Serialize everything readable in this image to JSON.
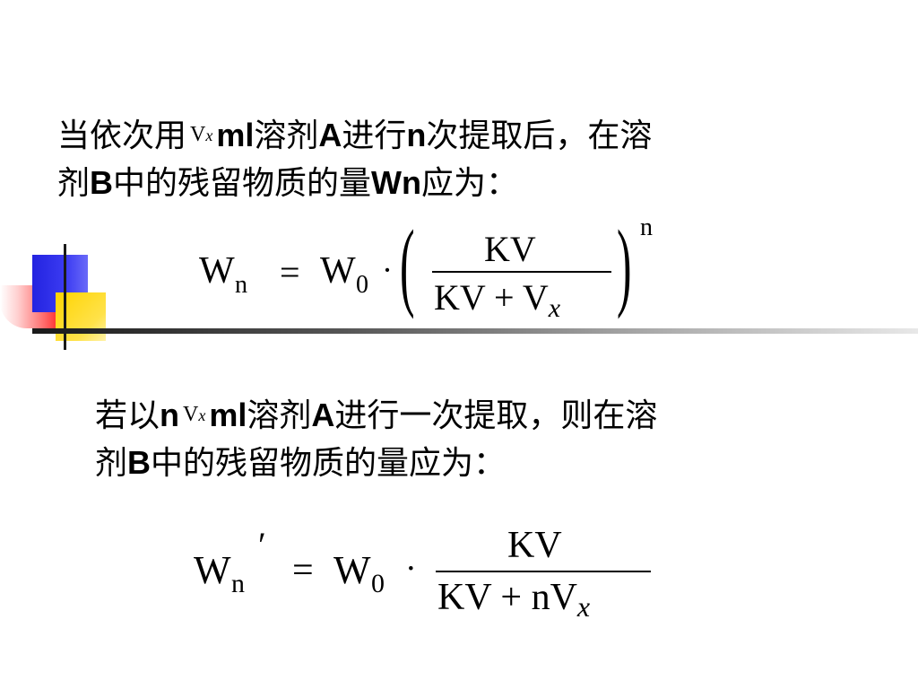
{
  "para1": {
    "line1_a": "当依次用",
    "vx_v": "V",
    "vx_x": "x",
    "line1_b": "ml",
    "line1_c": "溶剂",
    "line1_d": "A",
    "line1_e": "进行",
    "line1_f": "n",
    "line1_g": "次提取后，在溶",
    "line2_a": "剂",
    "line2_b": "B",
    "line2_c": "中的残留物质的量",
    "line2_d": "Wn",
    "line2_e": "应为："
  },
  "para2": {
    "line1_a": "若以",
    "line1_n": "n",
    "vx_v": "V",
    "vx_x": "x",
    "line1_b": "ml",
    "line1_c": "溶剂",
    "line1_d": "A",
    "line1_e": "进行一次提取，则在溶",
    "line2_a": "剂",
    "line2_b": "B",
    "line2_c": "中的残留物质的量应为："
  },
  "formula1": {
    "lhs_W": "W",
    "lhs_sub": "n",
    "eq": "=",
    "rhs_W": "W",
    "rhs_sub": "0",
    "dot": "·",
    "lparen": "(",
    "rparen": ")",
    "num": "KV",
    "den_a": "KV + V",
    "den_x": "x",
    "exp": "n"
  },
  "formula2": {
    "lhs_W": "W",
    "lhs_sub": "n",
    "prime": "′",
    "eq": "=",
    "rhs_W": "W",
    "rhs_sub": "0",
    "dot": "·",
    "num": "KV",
    "den_a": "KV + nV",
    "den_x": "x"
  }
}
